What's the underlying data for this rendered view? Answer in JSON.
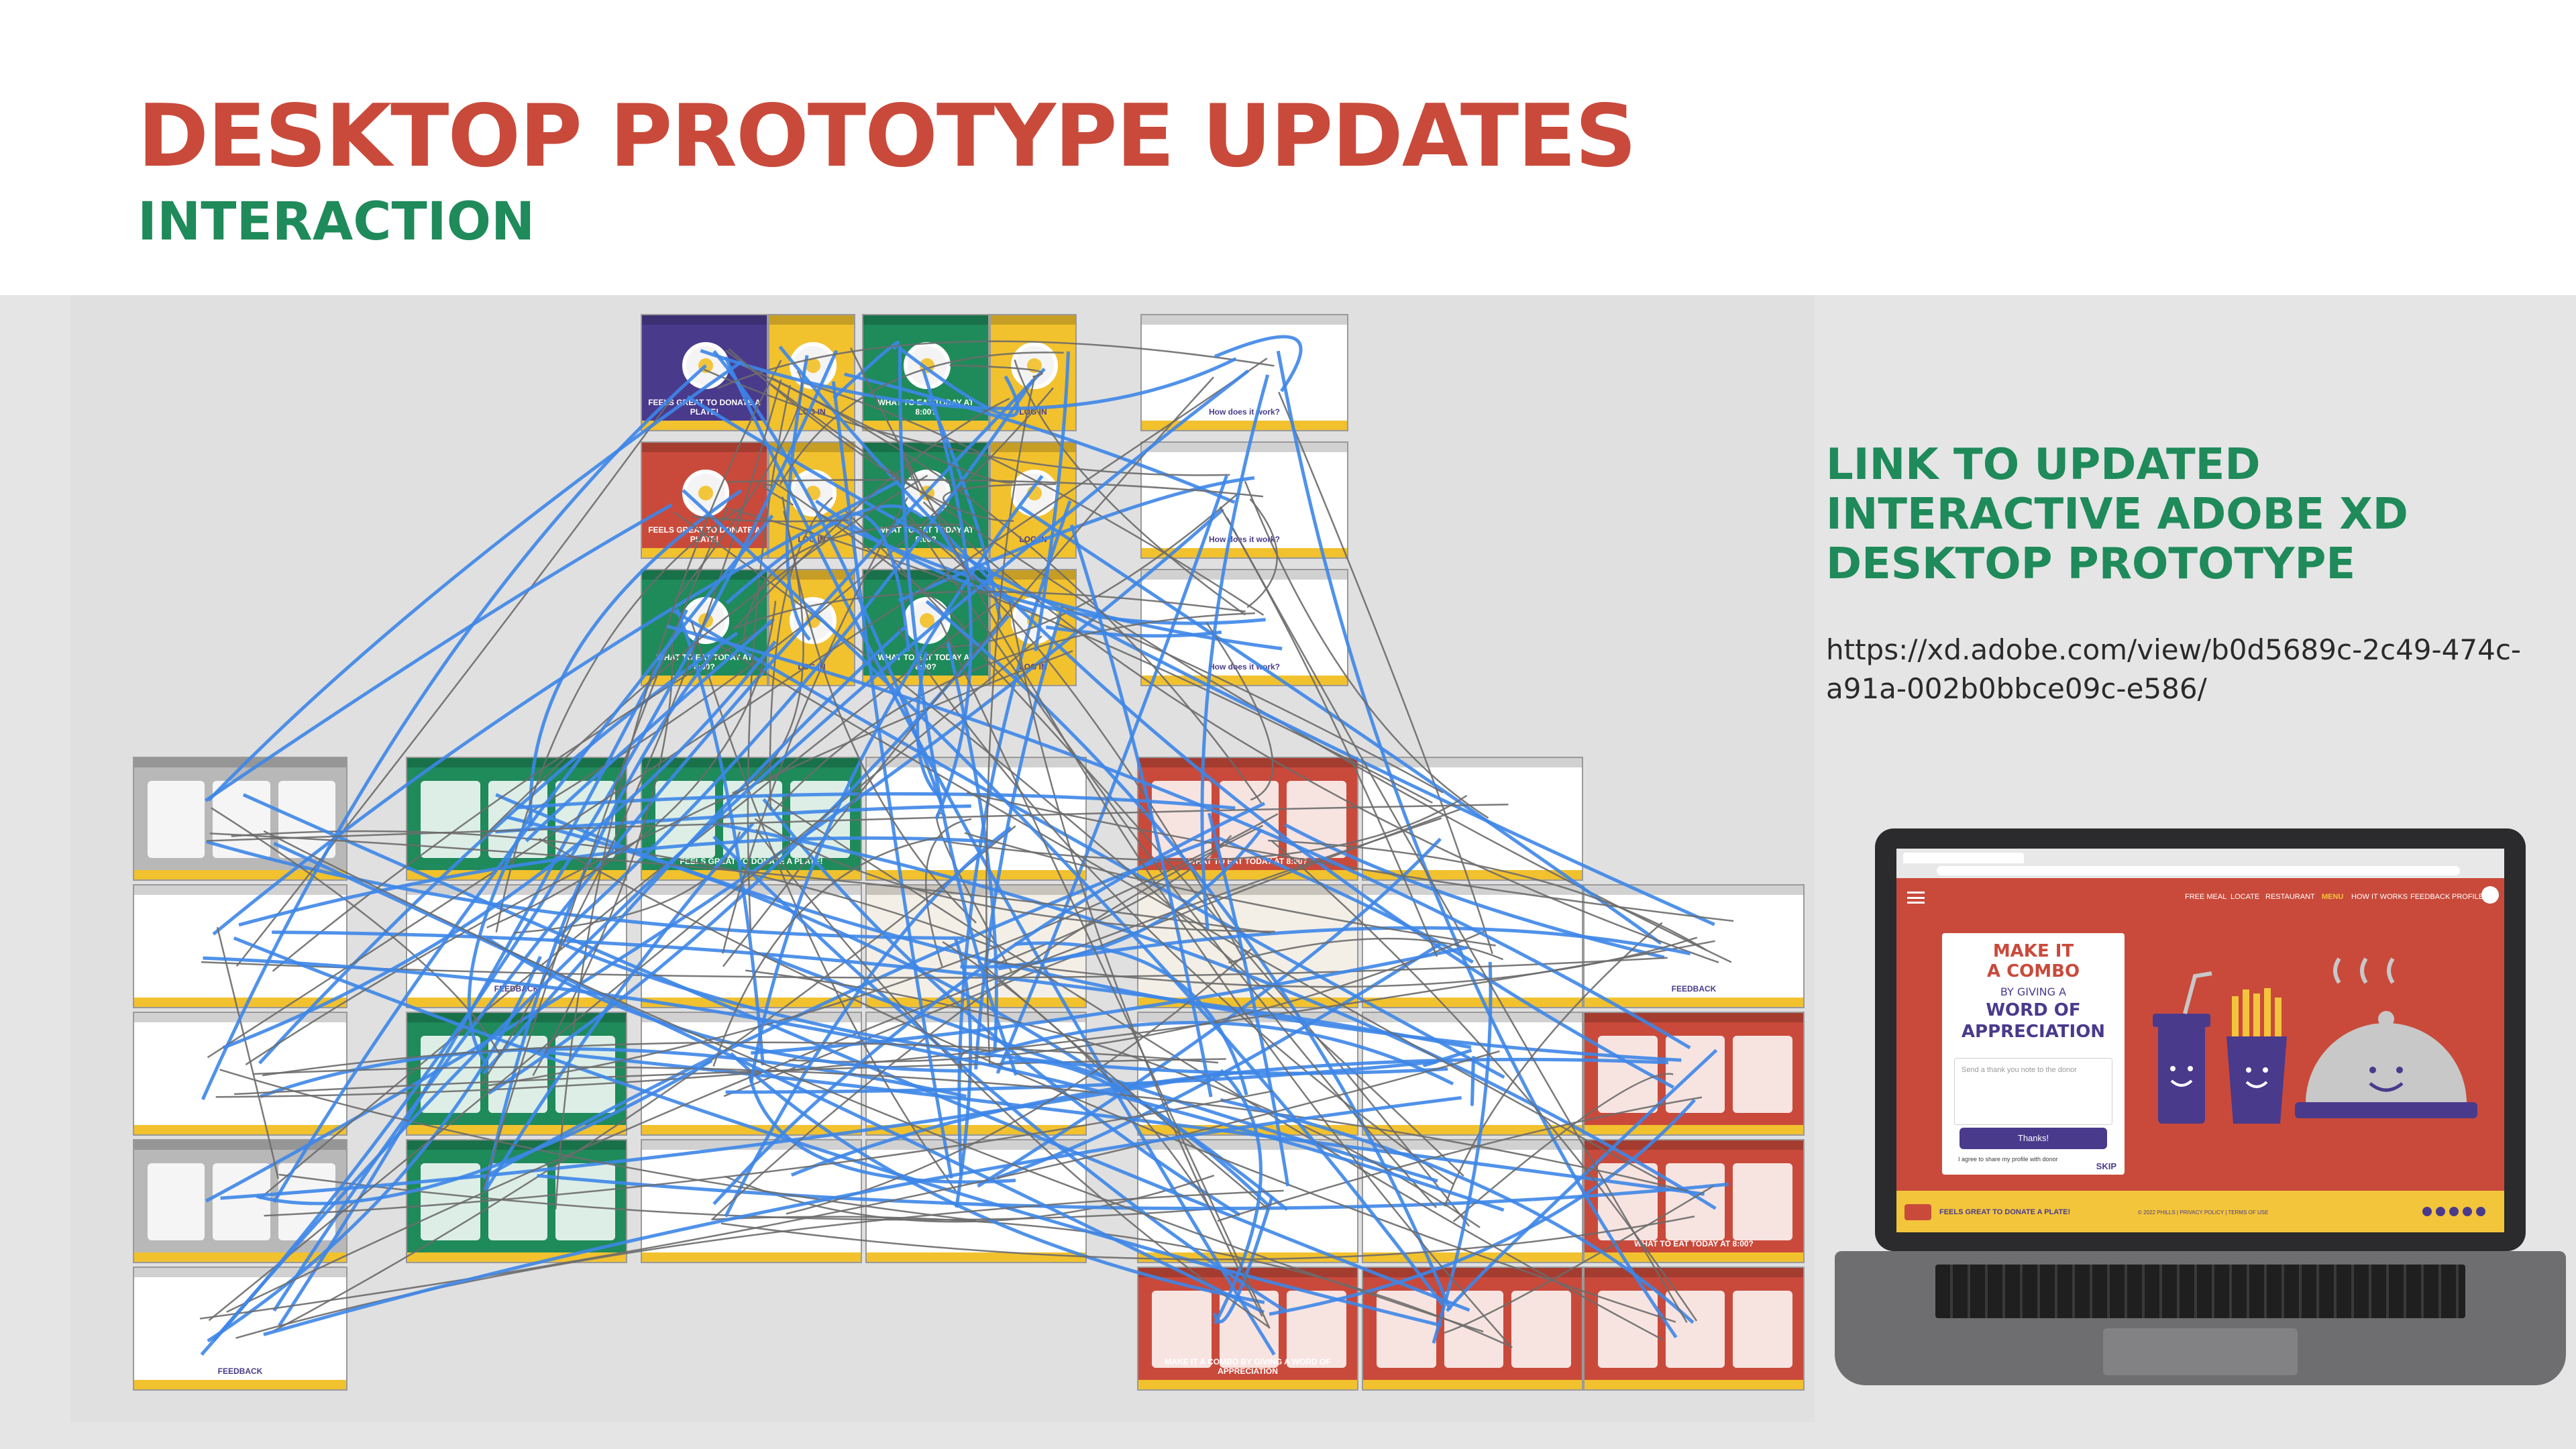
{
  "slide": {
    "title": "DESKTOP PROTOTYPE UPDATES",
    "subtitle": "INTERACTION"
  },
  "link": {
    "heading": [
      "LINK TO UPDATED",
      "INTERACTIVE ADOBE XD",
      "DESKTOP PROTOTYPE"
    ],
    "url": "https://xd.adobe.com/view/b0d5689c-2c49-474c-a91a-002b0bbce09c-e586/"
  },
  "colors": {
    "title_red": "#c94a3b",
    "green": "#1f8a5a",
    "purple": "#4a3a8c",
    "yellow": "#f2c12e",
    "wire_blue": "#3d86e8",
    "wire_gray": "#6b6b6b"
  },
  "prototype": {
    "nav_items": [
      "FREE MEAL",
      "LOCATE",
      "RESTAURANT",
      "MENU",
      "HOW IT WORKS",
      "FEEDBACK",
      "PROFILE"
    ],
    "active_nav": "MENU",
    "card": {
      "line1": "MAKE IT",
      "line2": "A COMBO",
      "line3": "BY GIVING A",
      "line4": "WORD OF",
      "line5": "APPRECIATION",
      "note_placeholder": "Send a thank you note to the donor",
      "button": "Thanks!",
      "agree": "I agree to share my profile with donor",
      "skip": "SKIP"
    },
    "footer": {
      "tagline": "FEELS GREAT TO DONATE A PLATE!",
      "copyright": "© 2022 PHILLS | PRIVACY POLICY | TERMS OF USE"
    }
  },
  "artboard_texts": {
    "donate": "FEELS GREAT TO DONATE A PLATE!",
    "eat": "WHAT TO EAT TODAY AT 8:00?",
    "how": "How does it work?",
    "feedback": "FEEDBACK",
    "combo": "MAKE IT A COMBO BY GIVING A WORD OF APPRECIATION",
    "login": "LOG IN"
  }
}
